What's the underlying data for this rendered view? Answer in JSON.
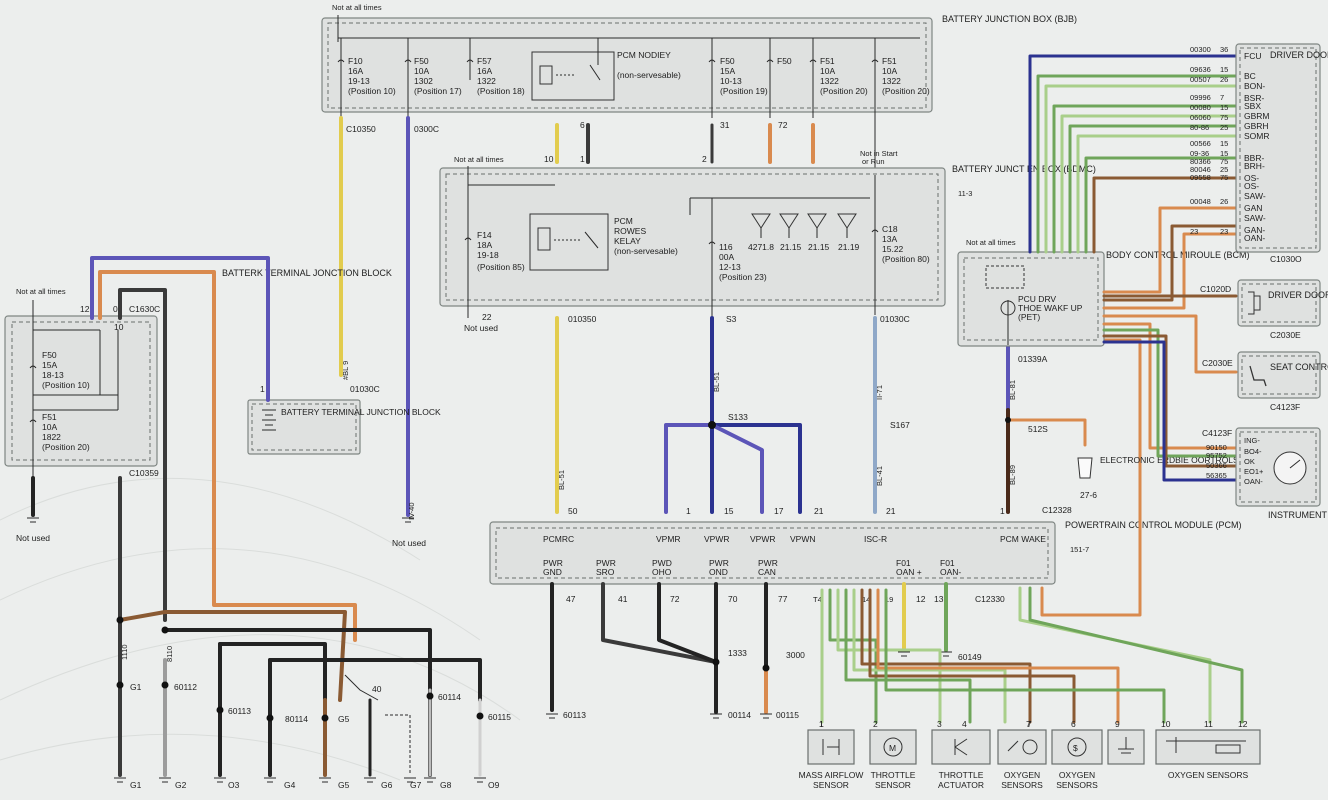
{
  "battery_junction_box": {
    "title": "BATTERY JUNCTION BOX (BJB)",
    "note": "Not at all times",
    "fuses": [
      {
        "id": "F10",
        "amps": "16A",
        "ckt": "19-13",
        "pos": "(Position 10)"
      },
      {
        "id": "F50",
        "amps": "10A",
        "ckt": "1302",
        "pos": "(Position 17)"
      },
      {
        "id": "F57",
        "amps": "16A",
        "ckt": "1322",
        "pos": "(Position 18)"
      },
      {
        "id": "F50",
        "amps": "15A",
        "ckt": "10-13",
        "pos": "(Position 19)"
      },
      {
        "id": "F50",
        "amps": "",
        "ckt": "",
        "pos": ""
      },
      {
        "id": "F51",
        "amps": "10A",
        "ckt": "1322",
        "pos": "(Position 20)"
      },
      {
        "id": "F51",
        "amps": "10A",
        "ckt": "1322",
        "pos": "(Position 20)"
      }
    ],
    "relay": {
      "name": "PCM NODIEY",
      "sub": "(non-servesable)"
    },
    "pins": [
      "10",
      "1",
      "2",
      "",
      ""
    ],
    "pins_top": [
      "",
      "6",
      "31",
      "72",
      ""
    ]
  },
  "bjb_lower": {
    "title": "BATTERY JUNCT EN BOX (BDMC)",
    "sub": "11-3",
    "note": "Not at all times",
    "note2": "Not in Start",
    "note3": "or Run",
    "fuse_left": {
      "id": "F14",
      "amps": "18A",
      "ckt": "19-18",
      "pos": "(Position 85)"
    },
    "relay": {
      "name": "PCM",
      "line2": "ROWES",
      "line3": "KELAY",
      "sub": "(non-servesable)"
    },
    "fuse_mid": {
      "id": "116",
      "amps": "00A",
      "ckt": "12-13",
      "pos": "(Position 23)"
    },
    "fuse_right": {
      "id": "C18",
      "amps": "13A",
      "ckt": "15.22",
      "pos": "(Position 80)"
    },
    "diodes": [
      "4271.8",
      "21.15",
      "21.15",
      "21.19"
    ],
    "not_used": "Not used",
    "pin_22": "22"
  },
  "left_junction": {
    "note": "Not at all times",
    "connector": "C1630C",
    "pins": [
      "12",
      "0"
    ],
    "inner_pin": "10",
    "fuse_a": {
      "id": "F50",
      "amps": "15A",
      "ckt": "18-13",
      "pos": "(Position 10)"
    },
    "fuse_b": {
      "id": "F51",
      "amps": "10A",
      "ckt": "1822",
      "pos": "(Position 20)"
    },
    "conn_bottom": "C10359",
    "not_used": "Not used"
  },
  "battery_terminal_block": {
    "title_top": "BATTERK TERMINAL JONCTION BLOCK",
    "title_box": "BATTERY TERMINAL JUNCTION BLOCK",
    "pin": "1",
    "conn": "01030C"
  },
  "connectors": {
    "c10350": "C10350",
    "c0300c": "0300C",
    "c010350": "010350",
    "s3": "S3",
    "c01030c": "01030C",
    "s133": "S133",
    "s167": "S167",
    "c01339a": "01339A",
    "c5125": "512S",
    "c12328": "C12328",
    "c12330": "C12330",
    "not_used": "Not used",
    "v1333": "1333",
    "v3000": "3000"
  },
  "wire_codes": {
    "yellow_bjb": "#BL 9",
    "yellow_left": "BL-51",
    "gray": "IV-40",
    "pcm_gray": "II-71",
    "blue_s3": "BL-51",
    "blue_right": "BL-41",
    "brown_wake": "BL-89",
    "purple_top": "BL-81",
    "g1": "1110",
    "g2": "8110"
  },
  "pcm": {
    "title": "POWERTRAIN CONTROL MODULE (PCM)",
    "sub": "151-7",
    "top_pins": [
      {
        "n": "50",
        "l": "PCMRC"
      },
      {
        "n": "1",
        "l": "VPMR"
      },
      {
        "n": "15",
        "l": "VPWR"
      },
      {
        "n": "17",
        "l": "VPWR"
      },
      {
        "n": "21",
        "l": "VPWN"
      },
      {
        "n": "21",
        "l": "ISC-R"
      },
      {
        "n": "1",
        "l": "PCM WAKE"
      }
    ],
    "bottom_pins": [
      {
        "n": "47",
        "l1": "PWR",
        "l2": "GND"
      },
      {
        "n": "41",
        "l1": "PWR",
        "l2": "SRO"
      },
      {
        "n": "72",
        "l1": "PWD",
        "l2": "OHO"
      },
      {
        "n": "70",
        "l1": "PWR",
        "l2": "OND"
      },
      {
        "n": "77",
        "l1": "PWR",
        "l2": "CAN"
      },
      {
        "n": "12",
        "l1": "F01",
        "l2": "OAN +"
      },
      {
        "n": "13",
        "l1": "F01",
        "l2": "OAN-"
      }
    ],
    "sensor_pins": [
      "T4",
      "14",
      "19"
    ]
  },
  "bcm": {
    "title": "BODY CONTROL MIROULE (BCM)",
    "note": "Not at all times",
    "inner": "PCU DRV",
    "inner2": "THOE WAKF UP",
    "inner3": "(PET)"
  },
  "driver_door_module": {
    "title": "DRIVER DOOR MODULE",
    "conn": "C1030O",
    "pins_left": [
      "FCU",
      "BC",
      "BON-",
      "BSR-",
      "SBX",
      "GBRM",
      "GBRH",
      "SOMR",
      "BBR-",
      "BRH-",
      "OS-",
      "OS-",
      "SAW-",
      "GAN",
      "SAW-",
      "GAN-",
      "OAN-"
    ],
    "codes": [
      "00300",
      "09636",
      "00507",
      "09996",
      "00080",
      "06060",
      "80-86",
      "00566",
      "09-36",
      "80366",
      "80046",
      "09558",
      "00048",
      "23"
    ],
    "nums": [
      "36",
      "15",
      "26",
      "7",
      "15",
      "75",
      "25",
      "15",
      "15",
      "75",
      "25",
      "75",
      "26",
      "23"
    ]
  },
  "driver_door_module2": {
    "title": "DRIVER DOOR MODULE",
    "conn_in": "C1020D",
    "conn_out": "C2030E"
  },
  "seat_module": {
    "title": "SEAT CONTROL MODULE",
    "conn_in": "C2030E",
    "conn_out": "C4123F"
  },
  "instrument_cluster": {
    "title": "INSTRUMENT CLUSTER",
    "conn": "C4123F",
    "codes": [
      "90150",
      "95752",
      "50366",
      "56365"
    ],
    "labels": [
      "ING-",
      "BO4-",
      "OK",
      "EO1+",
      "OAN-"
    ]
  },
  "electronic_throttle": {
    "title": "ELECTRONIC ERDBIE OORTROLS",
    "sub": "27-6"
  },
  "grounds": {
    "left": [
      "G1",
      "G2",
      "O3",
      "G4",
      "G5",
      "G6",
      "G7",
      "G8",
      "O9"
    ],
    "splices_left": [
      "G1",
      "60112",
      "60113",
      "80114",
      "G5",
      "60114",
      "60115",
      "40"
    ],
    "pcm": [
      "60113",
      "00114",
      "00115",
      "60149"
    ]
  },
  "sensors": [
    {
      "pin": "1",
      "name": "MASS AIRFLOW SENSOR",
      "icon": "maf-icon"
    },
    {
      "pin": "2",
      "name": "THROTTLE SENSOR",
      "icon": "motor-icon"
    },
    {
      "pin": "3",
      "name": "THROTTLE ACTUATOR",
      "icon": "transistor-icon"
    },
    {
      "pin": "7",
      "name": "OXYGEN SENSORS",
      "icon": "switch-icon"
    },
    {
      "pin": "6",
      "name": "OXYGEN SENSORS",
      "icon": "regulator-icon"
    },
    {
      "pin": "9",
      "name": "",
      "icon": "ground-icon"
    },
    {
      "pin": "10",
      "name": "OXYGEN SENSORS",
      "icon": "sensor-array-icon"
    }
  ],
  "sensor_extra_pins": [
    "1",
    "4",
    "7",
    "11",
    "12"
  ],
  "colors": {
    "yellow": "#e2cc4e",
    "brown": "#8a5a33",
    "orange": "#d98a4e",
    "darkblue": "#2b3290",
    "purple": "#5c55b8",
    "lightblue": "#8fa8c8",
    "green": "#6fa55a",
    "lightgreen": "#a9cf8a",
    "black": "#232323",
    "gray": "#9c9c9c"
  }
}
